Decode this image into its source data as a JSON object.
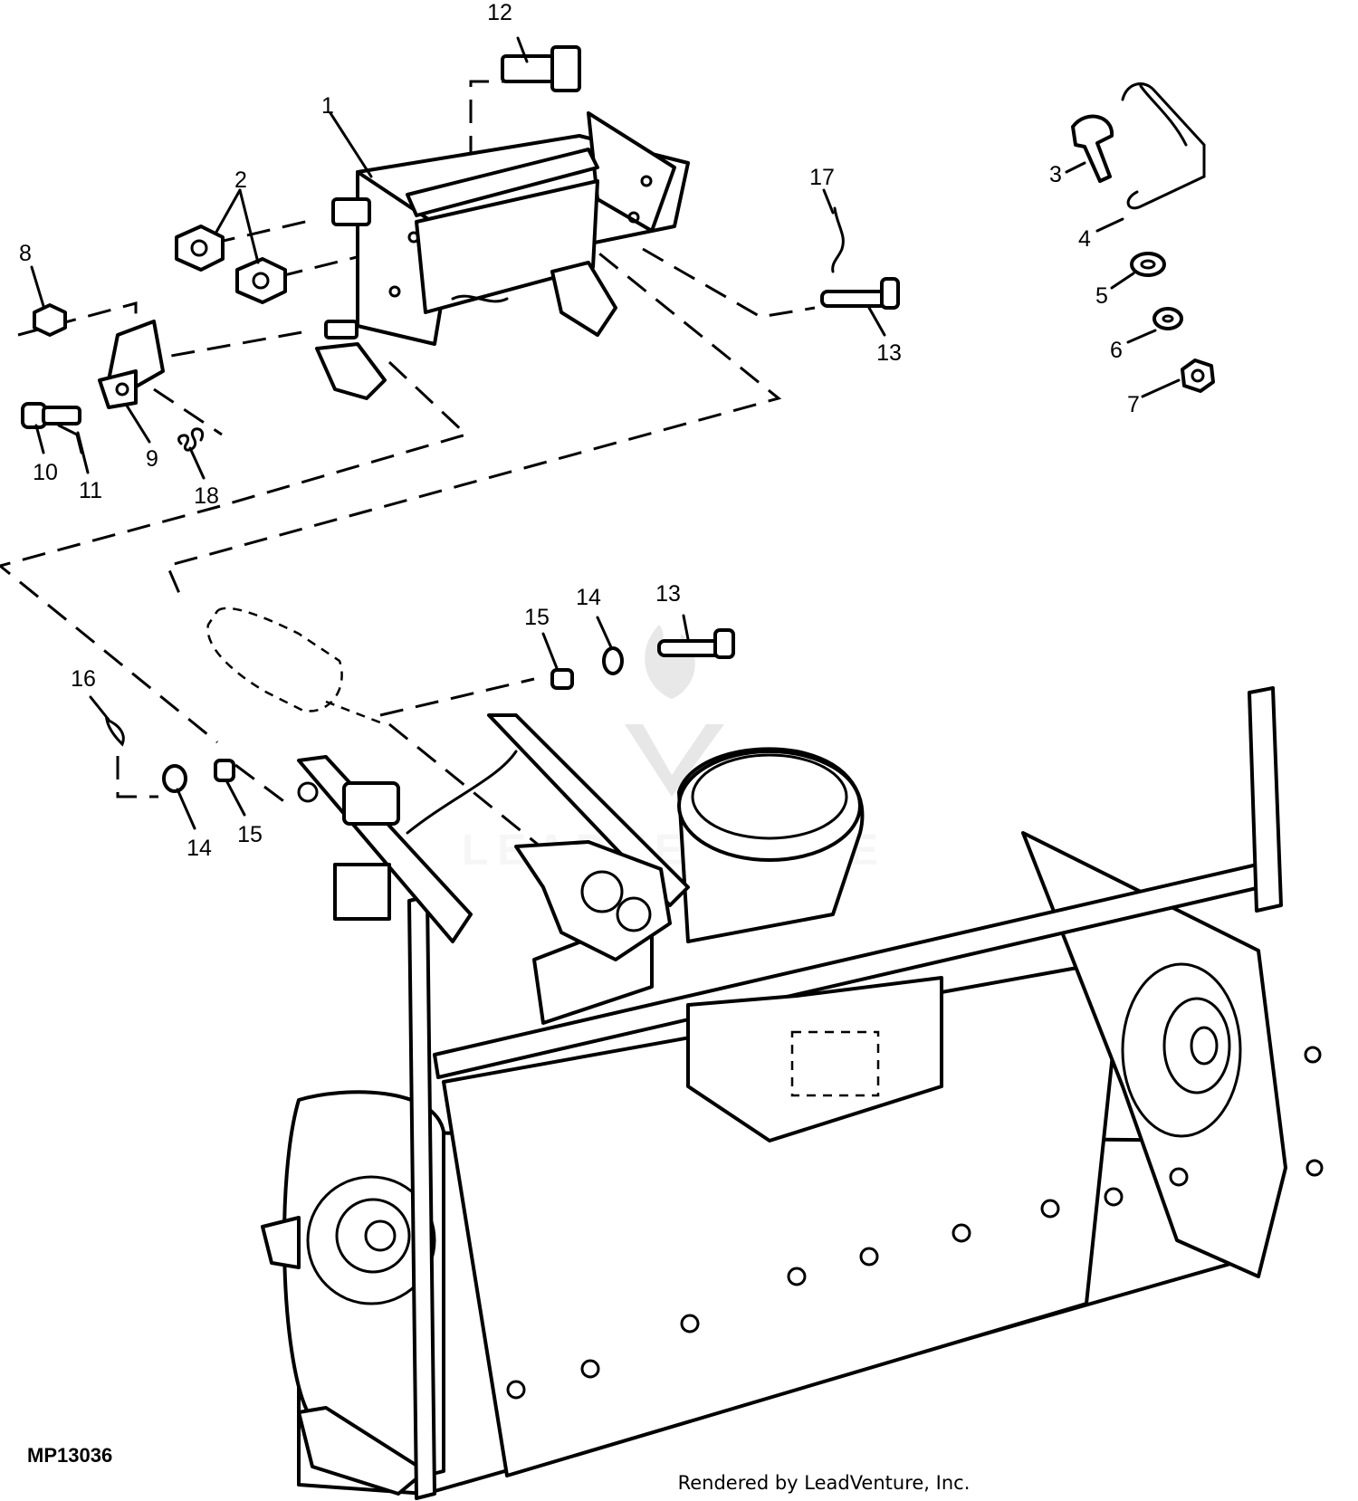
{
  "figure_id": "MP13036",
  "credit": "Rendered by LeadVenture, Inc.",
  "watermark": {
    "text": "LEADVENTURE"
  },
  "callouts": [
    "1",
    "2",
    "3",
    "4",
    "5",
    "6",
    "7",
    "8",
    "9",
    "10",
    "11",
    "12",
    "13",
    "13",
    "14",
    "14",
    "15",
    "15",
    "16",
    "17",
    "18"
  ]
}
